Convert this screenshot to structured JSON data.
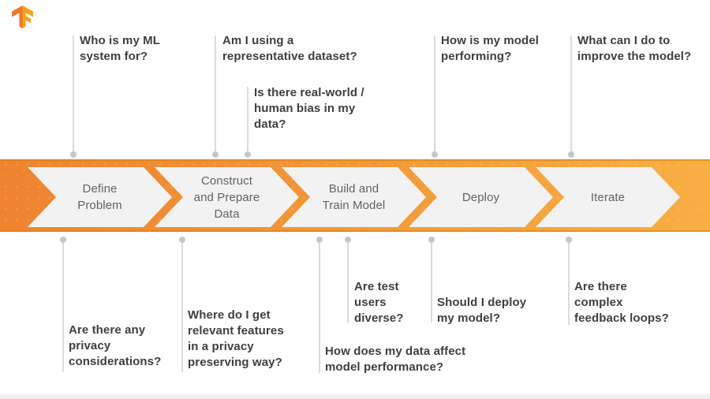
{
  "logo": {
    "icon": "tensorflow-logo"
  },
  "colors": {
    "band_gradient_start": "#EF8330",
    "band_gradient_end": "#F8AF44",
    "band_edge": "#D67D0A",
    "chevron_fill": "#F2F2F2",
    "stage_text": "#5F6368",
    "question_text": "#3C4043",
    "connector_line": "#DBDBDB",
    "connector_dot": "#C4C7CA"
  },
  "stages": [
    {
      "label": "Define\nProblem"
    },
    {
      "label": "Construct\nand Prepare\nData"
    },
    {
      "label": "Build and\nTrain Model"
    },
    {
      "label": "Deploy"
    },
    {
      "label": "Iterate"
    }
  ],
  "top_questions": [
    {
      "text": "Who is my ML\nsystem for?"
    },
    {
      "text": "Am I using a\nrepresentative dataset?"
    },
    {
      "text": "Is there real-world /\nhuman bias in my\ndata?"
    },
    {
      "text": "How is my model\nperforming?"
    },
    {
      "text": "What can I do to\nimprove the model?"
    }
  ],
  "bottom_questions": [
    {
      "text": "Are there any\nprivacy\nconsiderations?"
    },
    {
      "text": "Where do I get\nrelevant features\nin a privacy\npreserving way?"
    },
    {
      "text": "How does my data affect\nmodel performance?"
    },
    {
      "text": "Are test\nusers\ndiverse?"
    },
    {
      "text": "Should I deploy\nmy model?"
    },
    {
      "text": "Are there\ncomplex\nfeedback loops?"
    }
  ]
}
